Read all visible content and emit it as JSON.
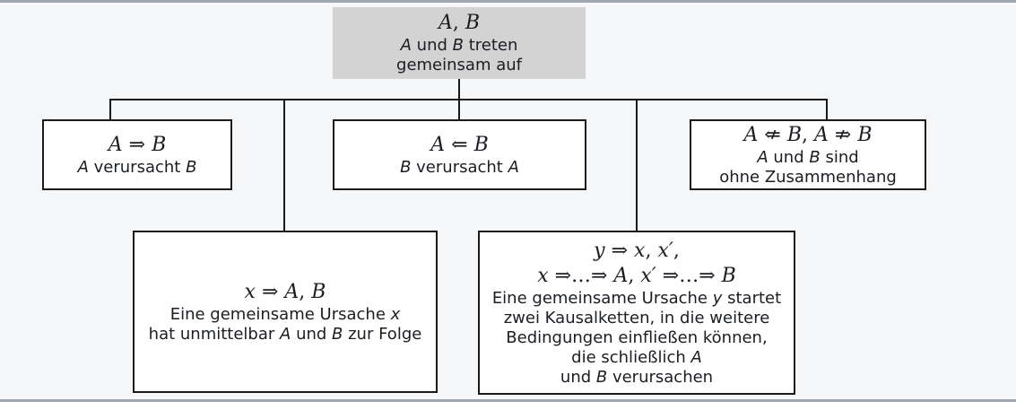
{
  "colors": {
    "background": "#f6f7f9",
    "root_box_fill": "#d3d3d3",
    "box_border": "#1a1a1a",
    "connector": "#1a1a1a",
    "edge_rule": "#a2a8b0",
    "text": "#1b1e22"
  },
  "tree": {
    "root": {
      "formula": "*A*, *B*",
      "description_lines": [
        "*A* und *B* treten",
        "gemeinsam auf"
      ]
    },
    "children": [
      {
        "key": "a-causes-b",
        "formula": "*A* ⇒ *B*",
        "description_lines": [
          "*A* verursacht *B*"
        ]
      },
      {
        "key": "b-causes-a",
        "formula": "*A* ⇐ *B*",
        "description_lines": [
          "*B* verursacht *A*"
        ]
      },
      {
        "key": "no-connection",
        "formula": "*A* ⇍ *B*, *A* ⇏ *B*",
        "description_lines": [
          "*A* und *B* sind",
          "ohne Zusammenhang"
        ]
      },
      {
        "key": "common-cause-direct",
        "formula": "*x* ⇒ *A*, *B*",
        "description_lines": [
          "Eine gemeinsame Ursache *x*",
          "hat unmittelbar *A* und *B* zur Folge"
        ]
      },
      {
        "key": "common-cause-chains",
        "formula_lines": [
          "*y* ⇒ *x*, *x′*,",
          "*x* ⇒…⇒ *A*, *x′* ⇒…⇒ *B*"
        ],
        "description_lines": [
          "Eine gemeinsame Ursache *y* startet",
          "zwei Kausalketten, in die weitere",
          "Bedingungen einfließen können,",
          "die schließlich *A*",
          "und *B* verursachen"
        ]
      }
    ]
  }
}
